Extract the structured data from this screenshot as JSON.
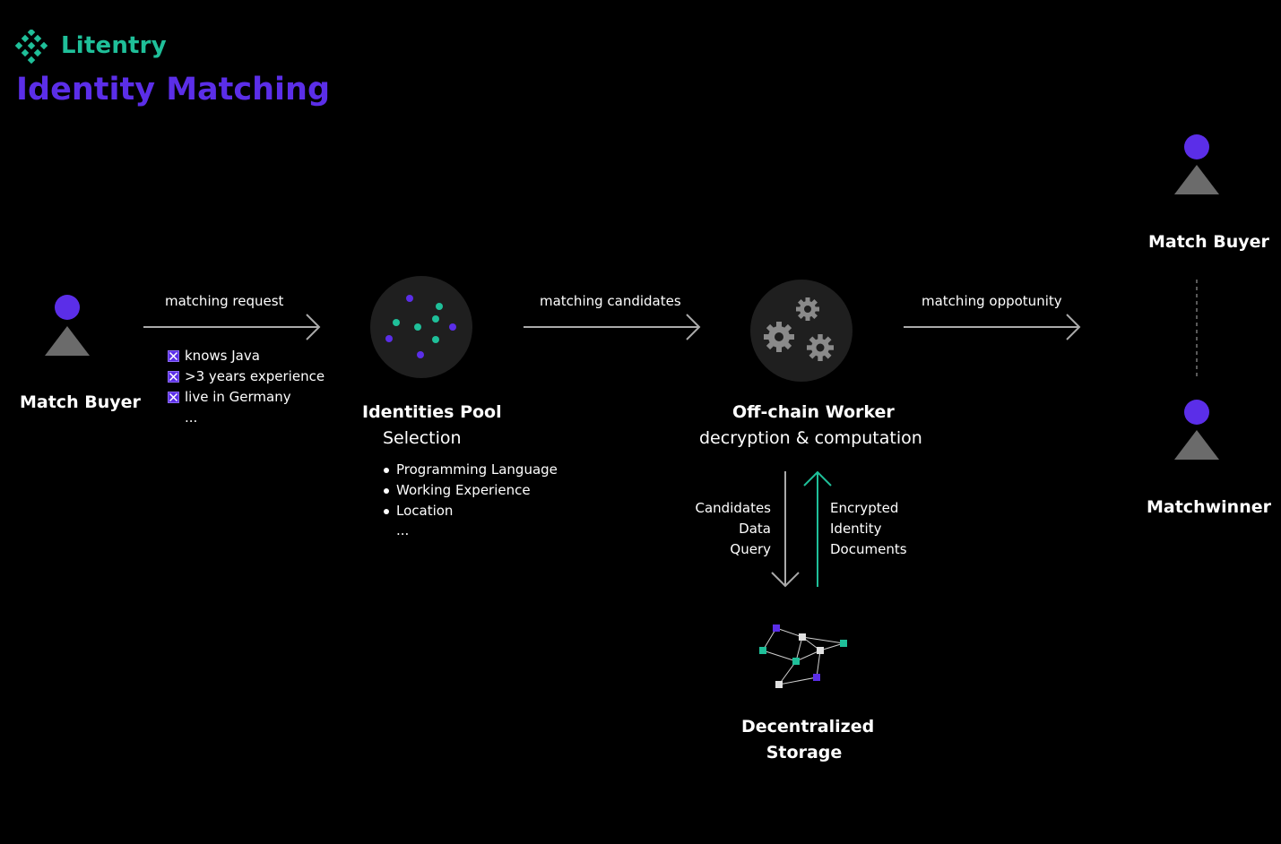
{
  "brand": {
    "name": "Litentry",
    "color": "#1fbf99"
  },
  "title": "Identity Matching",
  "colors": {
    "accent": "#5b2ee8",
    "teal": "#1fbf99",
    "gray": "#6b6b6b",
    "circle": "#1f1f1f"
  },
  "nodes": {
    "buyer_left": "Match Buyer",
    "pool": {
      "title": "Identities Pool",
      "subtitle": "Selection"
    },
    "worker": {
      "title": "Off-chain Worker",
      "subtitle": "decryption & computation"
    },
    "buyer_right": "Match Buyer",
    "matchwinner": "Matchwinner",
    "storage": {
      "line1": "Decentralized",
      "line2": "Storage"
    }
  },
  "arrows": {
    "request": "matching request",
    "candidates": "matching candidates",
    "opportunity": "matching oppotunity"
  },
  "criteria": {
    "items": [
      "knows Java",
      ">3 years experience",
      "live in Germany"
    ],
    "more": "..."
  },
  "selection": {
    "items": [
      "Programming Language",
      "Working Experience",
      "Location"
    ],
    "more": "..."
  },
  "storage_flow": {
    "down": {
      "line1": "Candidates",
      "line2": "Data",
      "line3": "Query"
    },
    "up": {
      "line1": "Encrypted",
      "line2": "Identity",
      "line3": "Documents"
    }
  }
}
